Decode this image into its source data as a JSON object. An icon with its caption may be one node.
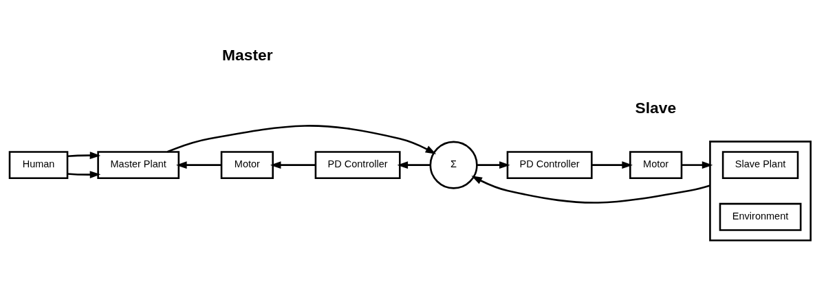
{
  "diagram": {
    "nodes": [
      {
        "text": [
          "Σ"
        ]
      },
      {
        "text": [
          "Master Plant"
        ]
      },
      {
        "text": [
          "Human"
        ]
      },
      {
        "text": [
          "Motor"
        ]
      },
      {
        "text": [
          "PD Controller"
        ]
      },
      {
        "text": [
          "PD Controller"
        ]
      },
      {
        "text": [
          "Motor"
        ]
      },
      {
        "text": [],
        "shape": "box"
      },
      {
        "text": [
          "Slave Plant"
        ],
        "in": 7
      },
      {
        "text": [
          "Environment"
        ],
        "in": 7
      }
    ],
    "edges": [
      {
        "from": 1,
        "to": 0,
        "arrow": "to"
      },
      {
        "from": 7,
        "to": 0,
        "arrow": "to"
      },
      {
        "from": 0,
        "to": 4,
        "arrow": "to"
      },
      {
        "from": 0,
        "to": 5,
        "arrow": "to"
      },
      {
        "from": 4,
        "to": 3,
        "arrow": "to"
      },
      {
        "from": 3,
        "to": 1,
        "arrow": "to"
      },
      {
        "from": 2,
        "to": 1,
        "arrow": "to"
      },
      {
        "from": 2,
        "to": 1,
        "arrow": "to"
      },
      {
        "from": 5,
        "to": 6,
        "arrow": "to"
      },
      {
        "from": 6,
        "to": 7,
        "arrow": "to"
      }
    ],
    "labels": [
      "Master",
      "Slave"
    ]
  }
}
